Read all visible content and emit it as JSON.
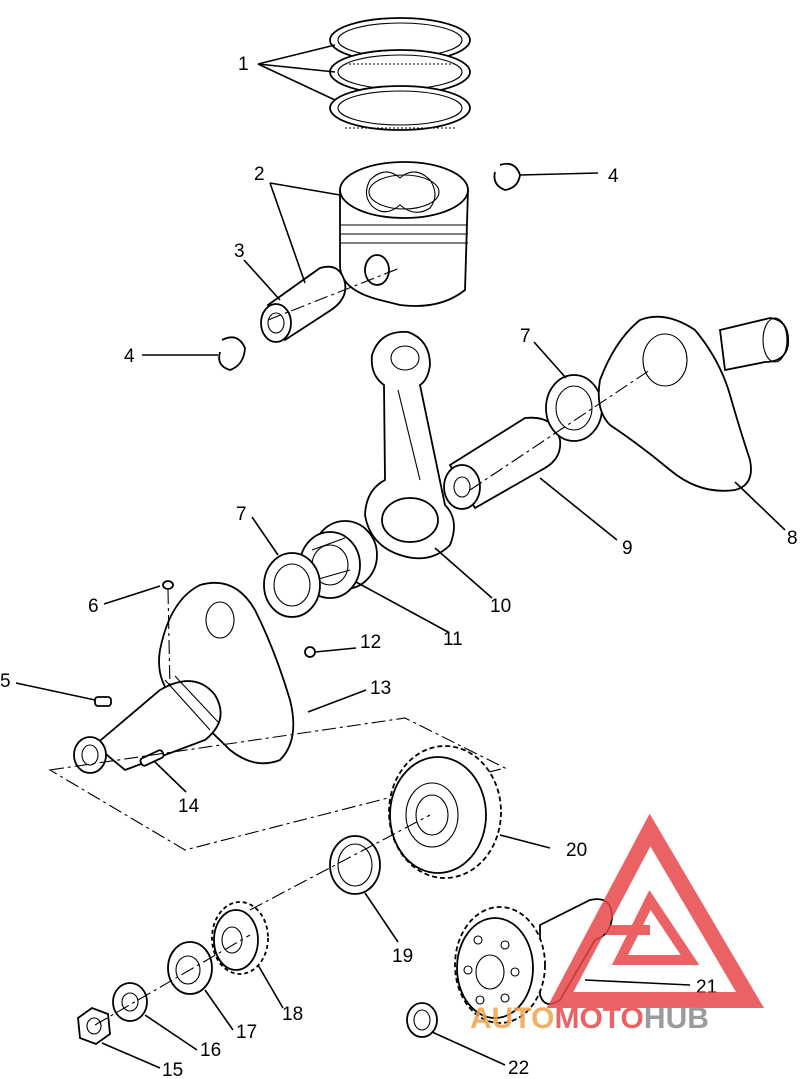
{
  "callouts": [
    "1",
    "2",
    "3",
    "4",
    "4",
    "5",
    "6",
    "7",
    "7",
    "8",
    "9",
    "10",
    "11",
    "12",
    "13",
    "14",
    "15",
    "16",
    "17",
    "18",
    "19",
    "20",
    "21",
    "22"
  ],
  "watermark": {
    "part1": "AUTO",
    "part2": "MOTO",
    "part3": "HUB",
    "color_red": "#e8474a",
    "color_gray": "#8a8a8a"
  }
}
